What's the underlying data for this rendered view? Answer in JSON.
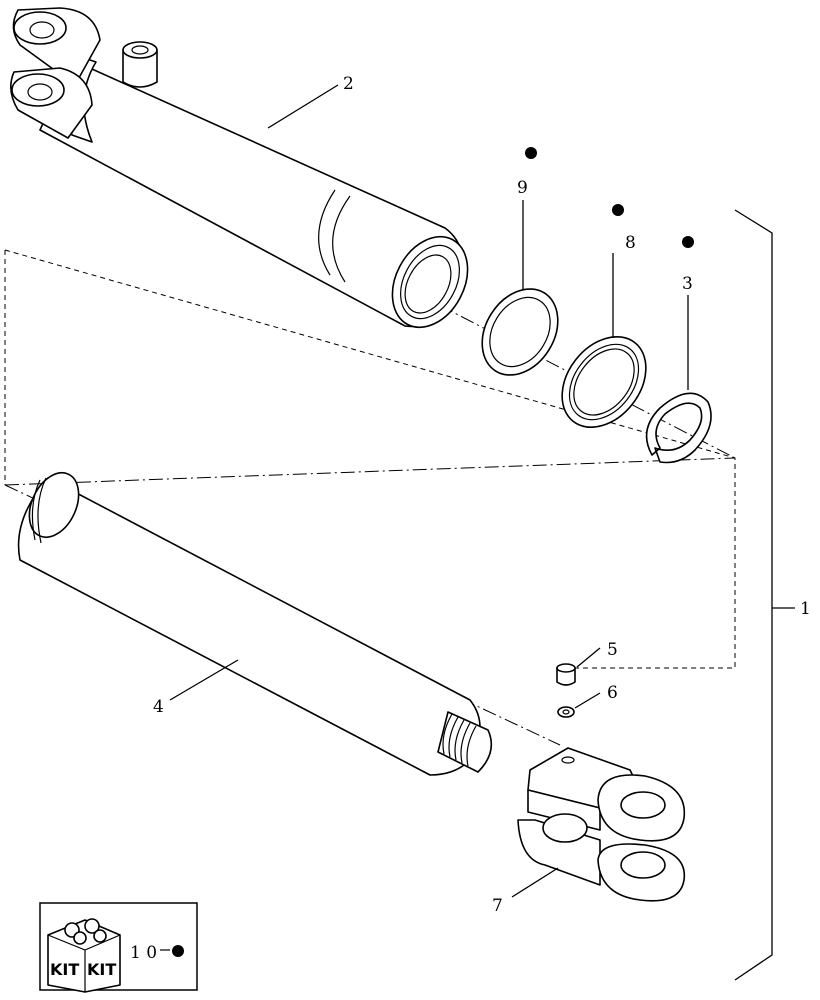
{
  "callouts": [
    {
      "id": "c1",
      "label": "1"
    },
    {
      "id": "c2",
      "label": "2"
    },
    {
      "id": "c3",
      "label": "3"
    },
    {
      "id": "c4",
      "label": "4"
    },
    {
      "id": "c5",
      "label": "5"
    },
    {
      "id": "c6",
      "label": "6"
    },
    {
      "id": "c7",
      "label": "7"
    },
    {
      "id": "c8",
      "label": "8"
    },
    {
      "id": "c9",
      "label": "9"
    }
  ],
  "kit_legend": {
    "box_label_left": "KIT",
    "box_label_right": "KIT",
    "text": "1 0"
  },
  "colors": {
    "ink": "#000000",
    "paper": "#ffffff"
  },
  "icons": [
    "kit-box-icon",
    "seal-kit-dot-icon"
  ]
}
